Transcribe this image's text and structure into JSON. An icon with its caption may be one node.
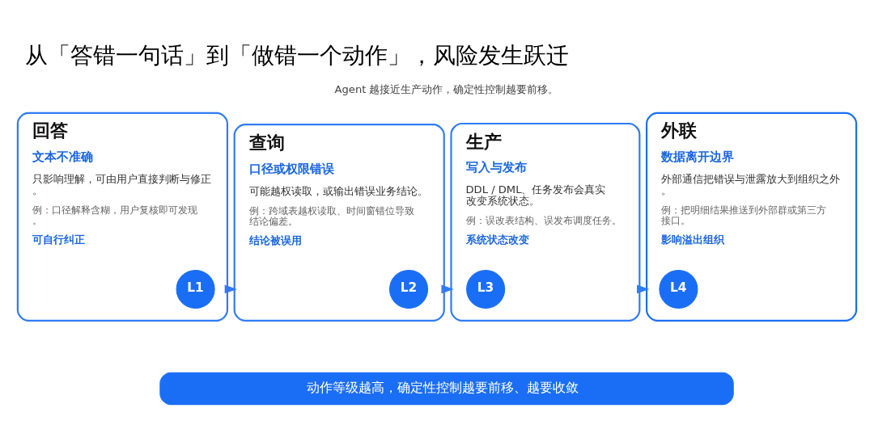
{
  "diagram": {
    "title": "从「答错一句话」到「做错一个动作」，风险发生跃迁",
    "nodes": [
      {
        "text": [
          "回答",
          "文本不准确",
          "只影响理解，可由用户直接判断与修正。",
          "例：口径解释含糊，用户复核即可发现。",
          "可自行纠正"
        ]
      },
      {
        "text": [
          "L1"
        ],
        "in": 0
      },
      {
        "text": [
          "查询",
          "口径或权限错误",
          "可能越权读取，或输出错误业务结论。",
          "例：跨域表越权读取、时间窗错位导致结论偏差。",
          "结论被误用"
        ]
      },
      {
        "text": [
          "L2"
        ],
        "in": 2
      },
      {
        "text": [
          "生产",
          "写入与发布",
          "DDL / DML、任务发布会真实改变系统状态。",
          "例：误改表结构、误发布调度任务。",
          "系统状态改变"
        ]
      },
      {
        "text": [
          "L3"
        ],
        "in": 4
      },
      {
        "text": [
          "外联",
          "数据离开边界",
          "外部通信把错误与泄露放大到组织之外。",
          "例：把明细结果推送到外部群或第三方接口。",
          "影响溢出组织"
        ]
      },
      {
        "text": [
          "L4"
        ],
        "in": 6
      },
      {
        "text": [
          "动作等级越高，确定性控制越要前移、越要收敛"
        ]
      }
    ],
    "edges": [
      {
        "from": 0,
        "to": 2,
        "arrow": "to"
      },
      {
        "from": 2,
        "to": 4,
        "arrow": "to"
      },
      {
        "from": 4,
        "to": 6,
        "arrow": "to"
      }
    ],
    "labels": [
      "Agent 越接近生产动作，确定性控制越要前移。"
    ]
  }
}
